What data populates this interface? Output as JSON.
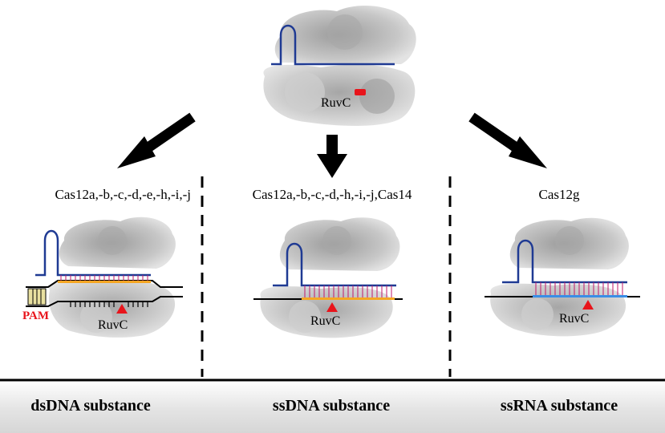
{
  "top": {
    "ruvc_label": "RuvC"
  },
  "panels": [
    {
      "id": "dsdna",
      "enzymes": "Cas12a,-b,-c,-d,-e,-h,-i,-j",
      "pam_label": "PAM",
      "ruvc_label": "RuvC",
      "footer": "dsDNA substance"
    },
    {
      "id": "ssdna",
      "enzymes": "Cas12a,-b,-c,-d,-h,-i,-j,Cas14",
      "ruvc_label": "RuvC",
      "footer": "ssDNA substance"
    },
    {
      "id": "ssrna",
      "enzymes": "Cas12g",
      "ruvc_label": "RuvC",
      "footer": "ssRNA substance"
    }
  ],
  "colors": {
    "crrna": "#1f3a93",
    "target_dna": "#f5a623",
    "target_rna": "#3a8ee6",
    "hybrid_tick": "#c0186a",
    "cleavage_site": "#e8141b",
    "pam_fill": "#e8e0a0",
    "protein_light": "#d8d8d8",
    "protein_mid": "#b5b5b5",
    "footer_bg": "#e6e6e6"
  }
}
